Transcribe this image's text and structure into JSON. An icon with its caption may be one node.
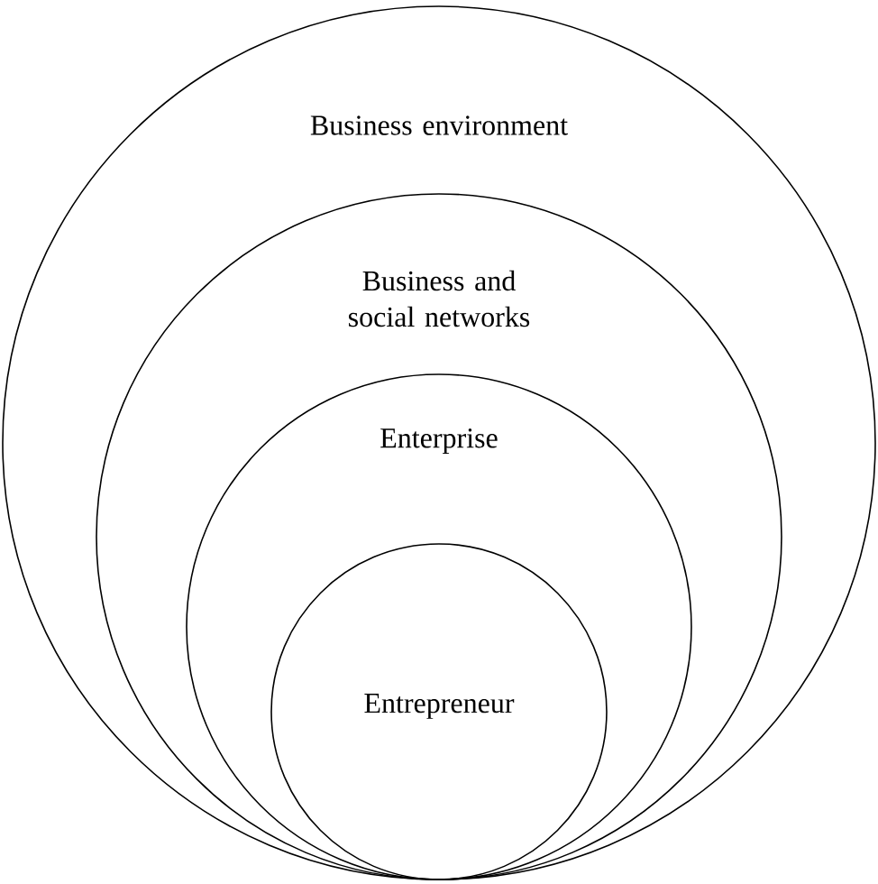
{
  "diagram": {
    "nodes": [
      {
        "text": [
          "Business environment"
        ]
      },
      {
        "text": [
          "Business and social networks"
        ],
        "in": 0
      },
      {
        "text": [
          "Enterprise"
        ],
        "in": 1
      },
      {
        "text": [
          "Entrepreneur"
        ],
        "in": 2
      }
    ]
  }
}
